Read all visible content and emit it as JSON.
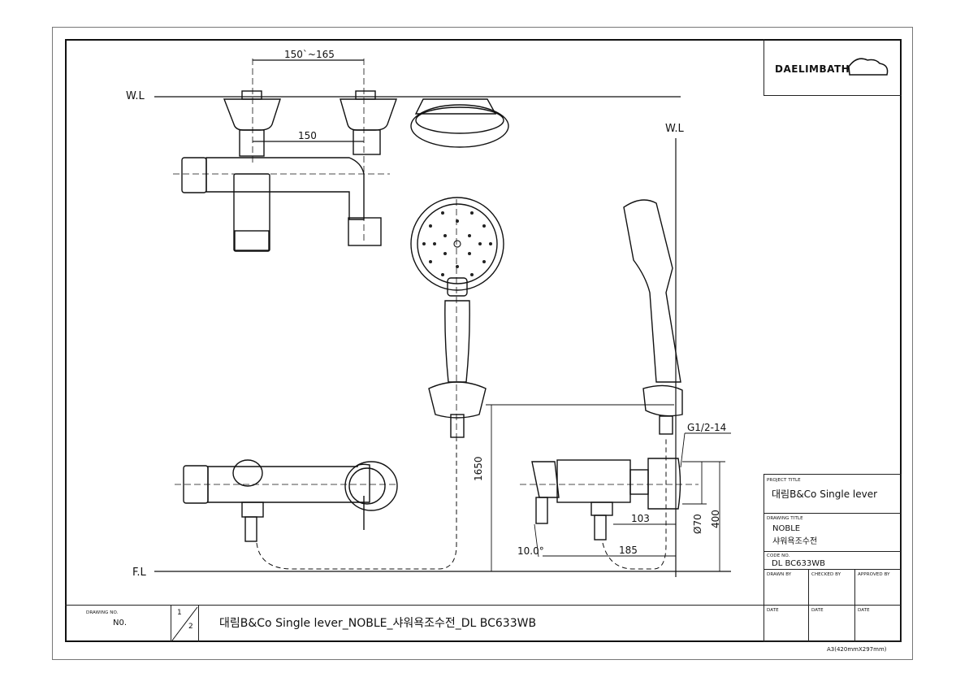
{
  "logo": {
    "text": "DAELIMBATH"
  },
  "drawing": {
    "wl_left": "W.L",
    "wl_right": "W.L",
    "fl": "F.L",
    "dims": {
      "span_range": "150`~165",
      "span": "150",
      "height_1650": "1650",
      "thread": "G1/2-14",
      "d103": "103",
      "d185": "185",
      "phi70": "Ø70",
      "d400": "400",
      "angle": "10.0°"
    }
  },
  "title_block": {
    "project_title_label": "PROJECT TITLE",
    "project_title": "대림B&Co Single lever",
    "drawing_title_label": "DRAWING TITLE",
    "drawing_title_line1": "NOBLE",
    "drawing_title_line2": "샤워욕조수전",
    "code_no_label": "CODE NO.",
    "code_no": "DL BC633WB",
    "drawn_by": "DRAWN BY",
    "checked_by": "CHECKED BY",
    "approved_by": "APPROVED BY",
    "date1": "DATE",
    "date2": "DATE",
    "date3": "DATE"
  },
  "bottom_bar": {
    "drawing_no_label": "DRAWING NO.",
    "drawing_no": "N0.",
    "sheet_num": "1",
    "sheet_den": "2",
    "full_title": "대림B&Co Single lever_NOBLE_샤워욕조수전_DL BC633WB"
  },
  "paper_size": "A3(420mmX297mm)"
}
